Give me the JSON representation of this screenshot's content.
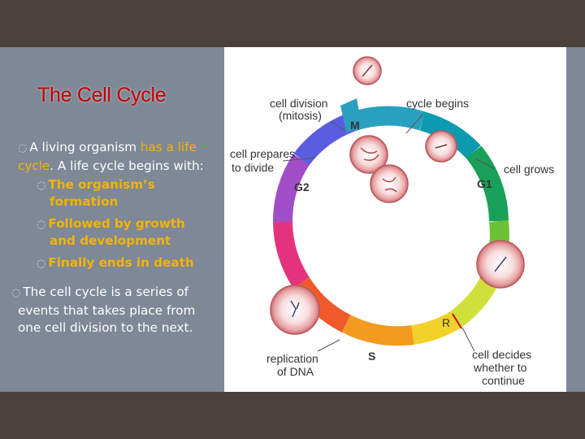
{
  "slide": {
    "title": "The Cell Cycle",
    "bullet1": {
      "pre": "A living organism ",
      "highlight": "has a life cycle",
      "post": ". A life cycle begins with:"
    },
    "subbullets": [
      "The organism’s",
      "formation",
      "Followed by growth",
      "and development",
      "Finally ends in death"
    ],
    "bullet2": [
      "The cell cycle is a series of",
      "events that takes place from",
      "one cell division to the next."
    ]
  },
  "diagram": {
    "labels": {
      "cell_division_1": "cell division",
      "cell_division_2": "(mitosis)",
      "cycle_begins": "cycle begins",
      "cell_prepares_1": "cell prepares",
      "cell_prepares_2": "to divide",
      "cell_grows": "cell grows",
      "replication_1": "replication",
      "replication_2": "of DNA",
      "cell_decides_1": "cell decides",
      "cell_decides_2": "whether to",
      "cell_decides_3": "continue"
    },
    "phases": {
      "m": "M",
      "g1": "G1",
      "g2": "G2",
      "s": "S",
      "r": "R"
    }
  }
}
